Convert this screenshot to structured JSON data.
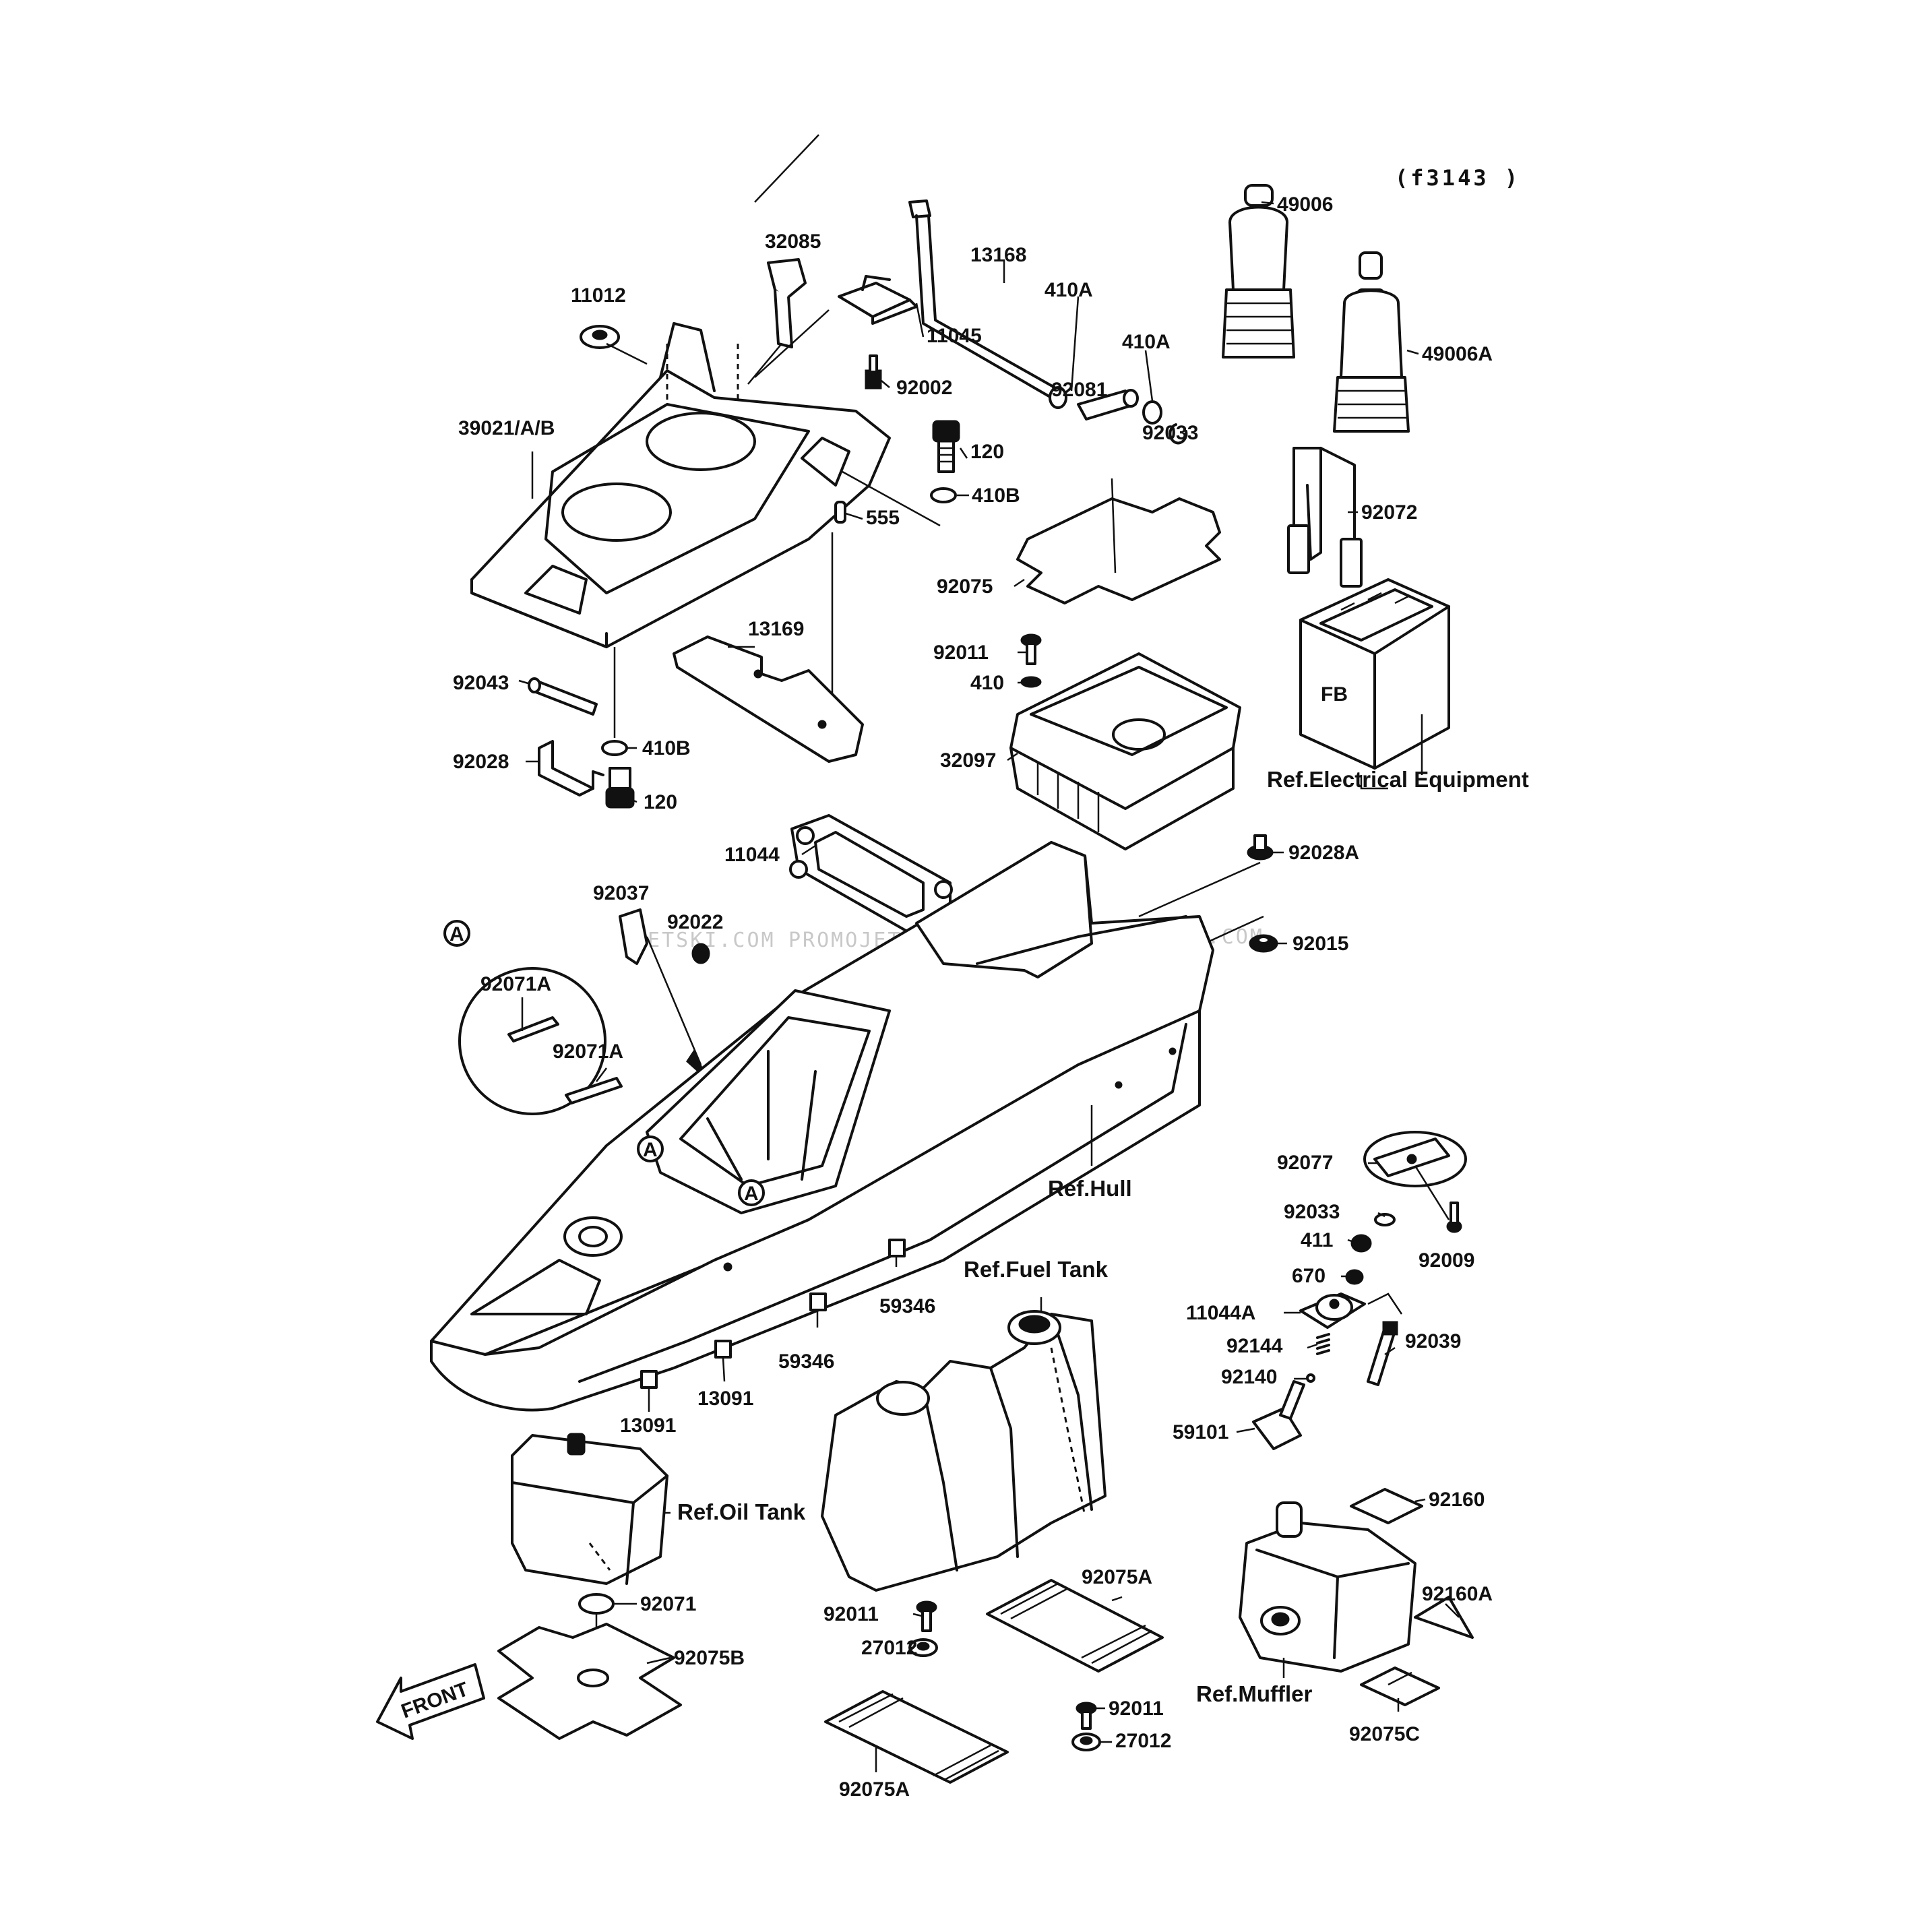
{
  "diagram_code": "(f3143 )",
  "watermark": {
    "w1": "JETSKI.COM",
    "w2": "PROMOJETSKI.COM",
    "w3": "PROMOJETSKI.COM"
  },
  "detail_marker": "A",
  "front_label": "FRONT",
  "labels": {
    "p49006": "49006",
    "p49006A": "49006A",
    "p13168": "13168",
    "p410A_1": "410A",
    "p410A_2": "410A",
    "p92081": "92081",
    "p92033_1": "92033",
    "p32085": "32085",
    "p11012": "11012",
    "p11045": "11045",
    "p92002": "92002",
    "p39021": "39021/A/B",
    "p120_1": "120",
    "p410B_1": "410B",
    "p555": "555",
    "p92072": "92072",
    "p92075": "92075",
    "p13169": "13169",
    "p92011_1": "92011",
    "p410": "410",
    "p92043": "92043",
    "p410B_2": "410B",
    "p92028": "92028",
    "p120_2": "120",
    "p32097": "32097",
    "ref_electrical": "Ref.Electrical Equipment",
    "p11044": "11044",
    "p92028A": "92028A",
    "p92037": "92037",
    "p92022": "92022",
    "p92015": "92015",
    "p92071A_1": "92071A",
    "p92071A_2": "92071A",
    "ref_hull": "Ref.Hull",
    "p92077": "92077",
    "p92033_2": "92033",
    "p411": "411",
    "p92009": "92009",
    "p670": "670",
    "ref_fuel": "Ref.Fuel Tank",
    "p11044A": "11044A",
    "p92144": "92144",
    "p92039": "92039",
    "p92140": "92140",
    "p59346_1": "59346",
    "p59346_2": "59346",
    "p13091_1": "13091",
    "p13091_2": "13091",
    "p59101": "59101",
    "ref_oil": "Ref.Oil Tank",
    "p92160": "92160",
    "p92075A_1": "92075A",
    "p92071": "92071",
    "p92011_2": "92011",
    "p27012_1": "27012",
    "p92075B": "92075B",
    "p92160A": "92160A",
    "ref_muffler": "Ref.Muffler",
    "p92011_3": "92011",
    "p27012_2": "27012",
    "p92075A_2": "92075A",
    "p92075C": "92075C"
  }
}
